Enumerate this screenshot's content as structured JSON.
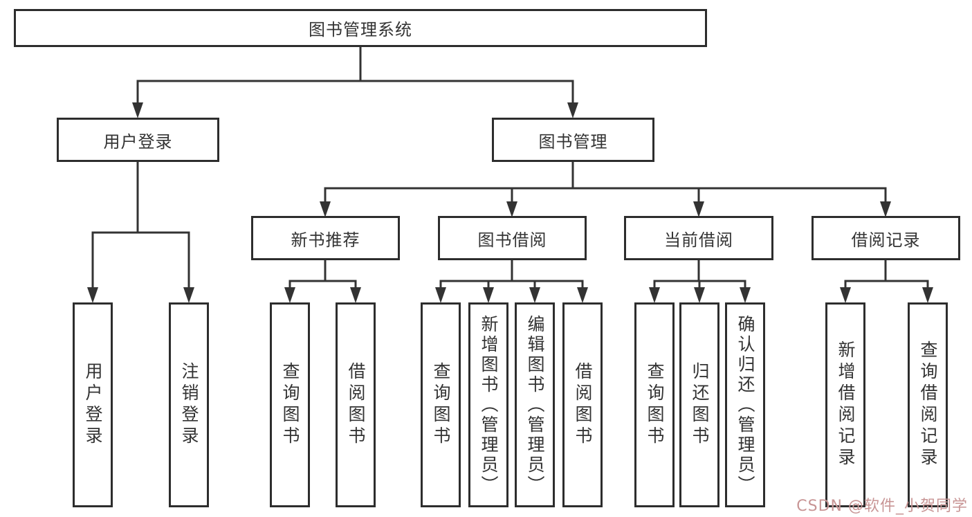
{
  "tree": {
    "label": "图书管理系统",
    "children": [
      {
        "label": "用户登录",
        "children": [
          {
            "label": "用户登录"
          },
          {
            "label": "注销登录"
          }
        ]
      },
      {
        "label": "图书管理",
        "children": [
          {
            "label": "新书推荐",
            "children": [
              {
                "label": "查询图书"
              },
              {
                "label": "借阅图书"
              }
            ]
          },
          {
            "label": "图书借阅",
            "children": [
              {
                "label": "查询图书"
              },
              {
                "label": "新增图书（管理员）"
              },
              {
                "label": "编辑图书（管理员）"
              },
              {
                "label": "借阅图书"
              }
            ]
          },
          {
            "label": "当前借阅",
            "children": [
              {
                "label": "查询图书"
              },
              {
                "label": "归还图书"
              },
              {
                "label": "确认归还（管理员）"
              }
            ]
          },
          {
            "label": "借阅记录",
            "children": [
              {
                "label": "新增借阅记录"
              },
              {
                "label": "查询借阅记录"
              }
            ]
          }
        ]
      }
    ]
  },
  "watermark": {
    "text": "CSDN @软件_小贺同学",
    "color": "#c89595"
  },
  "colors": {
    "line": "#333333",
    "box_border": "#2d2d2d",
    "box_bg": "#ffffff",
    "text": "#333333",
    "background": "#ffffff"
  }
}
